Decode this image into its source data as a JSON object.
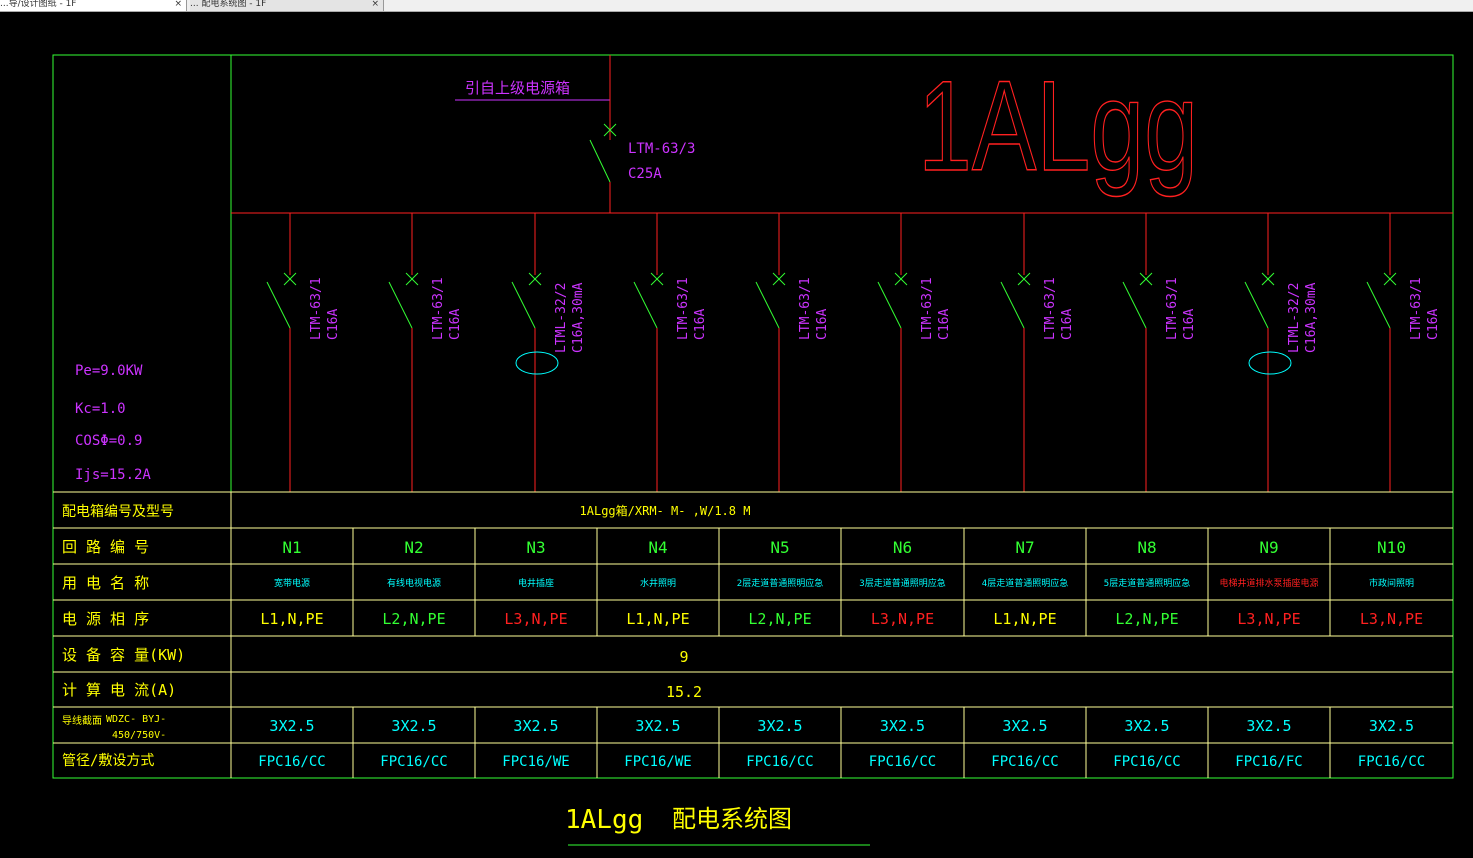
{
  "tabs": [
    {
      "label": "...导/设计图纸 - 1F"
    },
    {
      "label": "... 配电系统图 - 1F"
    }
  ],
  "colors": {
    "red": "#ff2020",
    "green": "#33ff33",
    "yellow": "#ffff00",
    "cyan": "#00ffff",
    "magenta": "#cc33ff",
    "frame": "#33ff33",
    "grid": "#ffff99"
  },
  "header": {
    "source_label": "引自上级电源箱",
    "main_breaker_model": "LTM-63/3",
    "main_breaker_rating": "C25A",
    "panel_id": "1ALgg"
  },
  "params": {
    "pe": "Pe=9.0KW",
    "kc": "Kc=1.0",
    "cos": "COSΦ=0.9",
    "ijs": "Ijs=15.2A"
  },
  "branches": [
    {
      "model": "LTM-63/1",
      "rating": "C16A",
      "rcd": false
    },
    {
      "model": "LTM-63/1",
      "rating": "C16A",
      "rcd": false
    },
    {
      "model": "LTML-32/2",
      "rating": "C16A,30mA",
      "rcd": true
    },
    {
      "model": "LTM-63/1",
      "rating": "C16A",
      "rcd": false
    },
    {
      "model": "LTM-63/1",
      "rating": "C16A",
      "rcd": false
    },
    {
      "model": "LTM-63/1",
      "rating": "C16A",
      "rcd": false
    },
    {
      "model": "LTM-63/1",
      "rating": "C16A",
      "rcd": false
    },
    {
      "model": "LTM-63/1",
      "rating": "C16A",
      "rcd": false
    },
    {
      "model": "LTML-32/2",
      "rating": "C16A,30mA",
      "rcd": true
    },
    {
      "model": "LTM-63/1",
      "rating": "C16A",
      "rcd": false
    }
  ],
  "table": {
    "labels": {
      "box": "配电箱编号及型号",
      "circuit": "回 路 编 号",
      "usage": "用 电 名 称",
      "phase": "电 源 相 序",
      "capacity": "设 备 容 量(KW)",
      "current": "计 算 电 流(A)",
      "wire_a": "导线截面",
      "wire_b": "WDZC- BYJ-",
      "wire_c": "450/750V-",
      "conduit": "管径/敷设方式"
    },
    "box_value": "1ALgg箱/XRM- M- ,W/1.8 M",
    "capacity_value": "9",
    "current_value": "15.2",
    "circuits": [
      "N1",
      "N2",
      "N3",
      "N4",
      "N5",
      "N6",
      "N7",
      "N8",
      "N9",
      "N10"
    ],
    "usages": [
      {
        "text": "宽带电源",
        "c": "cy"
      },
      {
        "text": "有线电视电源",
        "c": "cy"
      },
      {
        "text": "电井插座",
        "c": "cy"
      },
      {
        "text": "水井照明",
        "c": "cy"
      },
      {
        "text": "2层走道普通照明应急",
        "c": "cy"
      },
      {
        "text": "3层走道普通照明应急",
        "c": "cy"
      },
      {
        "text": "4层走道普通照明应急",
        "c": "cy"
      },
      {
        "text": "5层走道普通照明应急",
        "c": "cy"
      },
      {
        "text": "电梯井道排水泵插座电源",
        "c": "rd"
      },
      {
        "text": "市政间照明",
        "c": "cy"
      }
    ],
    "phases": [
      {
        "text": "L1,N,PE",
        "c": "yt"
      },
      {
        "text": "L2,N,PE",
        "c": "gn"
      },
      {
        "text": "L3,N,PE",
        "c": "rd"
      },
      {
        "text": "L1,N,PE",
        "c": "yt"
      },
      {
        "text": "L2,N,PE",
        "c": "gn"
      },
      {
        "text": "L3,N,PE",
        "c": "rd"
      },
      {
        "text": "L1,N,PE",
        "c": "yt"
      },
      {
        "text": "L2,N,PE",
        "c": "gn"
      },
      {
        "text": "L3,N,PE",
        "c": "rd"
      },
      {
        "text": "L3,N,PE",
        "c": "rd"
      }
    ],
    "wires": [
      "3X2.5",
      "3X2.5",
      "3X2.5",
      "3X2.5",
      "3X2.5",
      "3X2.5",
      "3X2.5",
      "3X2.5",
      "3X2.5",
      "3X2.5"
    ],
    "conduits": [
      "FPC16/CC",
      "FPC16/CC",
      "FPC16/WE",
      "FPC16/WE",
      "FPC16/CC",
      "FPC16/CC",
      "FPC16/CC",
      "FPC16/CC",
      "FPC16/FC",
      "FPC16/CC"
    ]
  },
  "footer": {
    "panel": "1ALgg",
    "title": "配电系统图"
  }
}
